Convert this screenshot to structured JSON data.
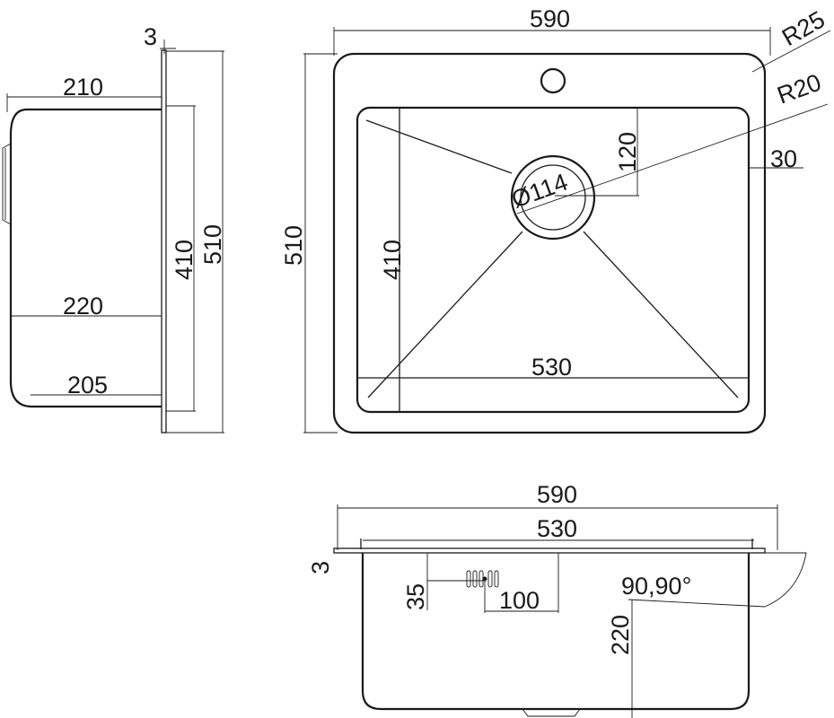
{
  "side_view": {
    "thickness": "3",
    "top_depth": "210",
    "bowl_height": "410",
    "total_height": "510",
    "mid_depth": "220",
    "bottom_depth": "205"
  },
  "top_view": {
    "overall_width": "590",
    "overall_height": "510",
    "corner_radius_outer": "R25",
    "corner_radius_inner": "R20",
    "bowl_height": "410",
    "bowl_width": "530",
    "drain_diameter": "Ø114",
    "drain_offset": "120",
    "rim_width": "30"
  },
  "front_view": {
    "overall_width": "590",
    "bowl_width": "530",
    "thickness": "3",
    "overflow_height": "35",
    "overflow_offset": "100",
    "depth": "220",
    "angle": "90,90°"
  }
}
